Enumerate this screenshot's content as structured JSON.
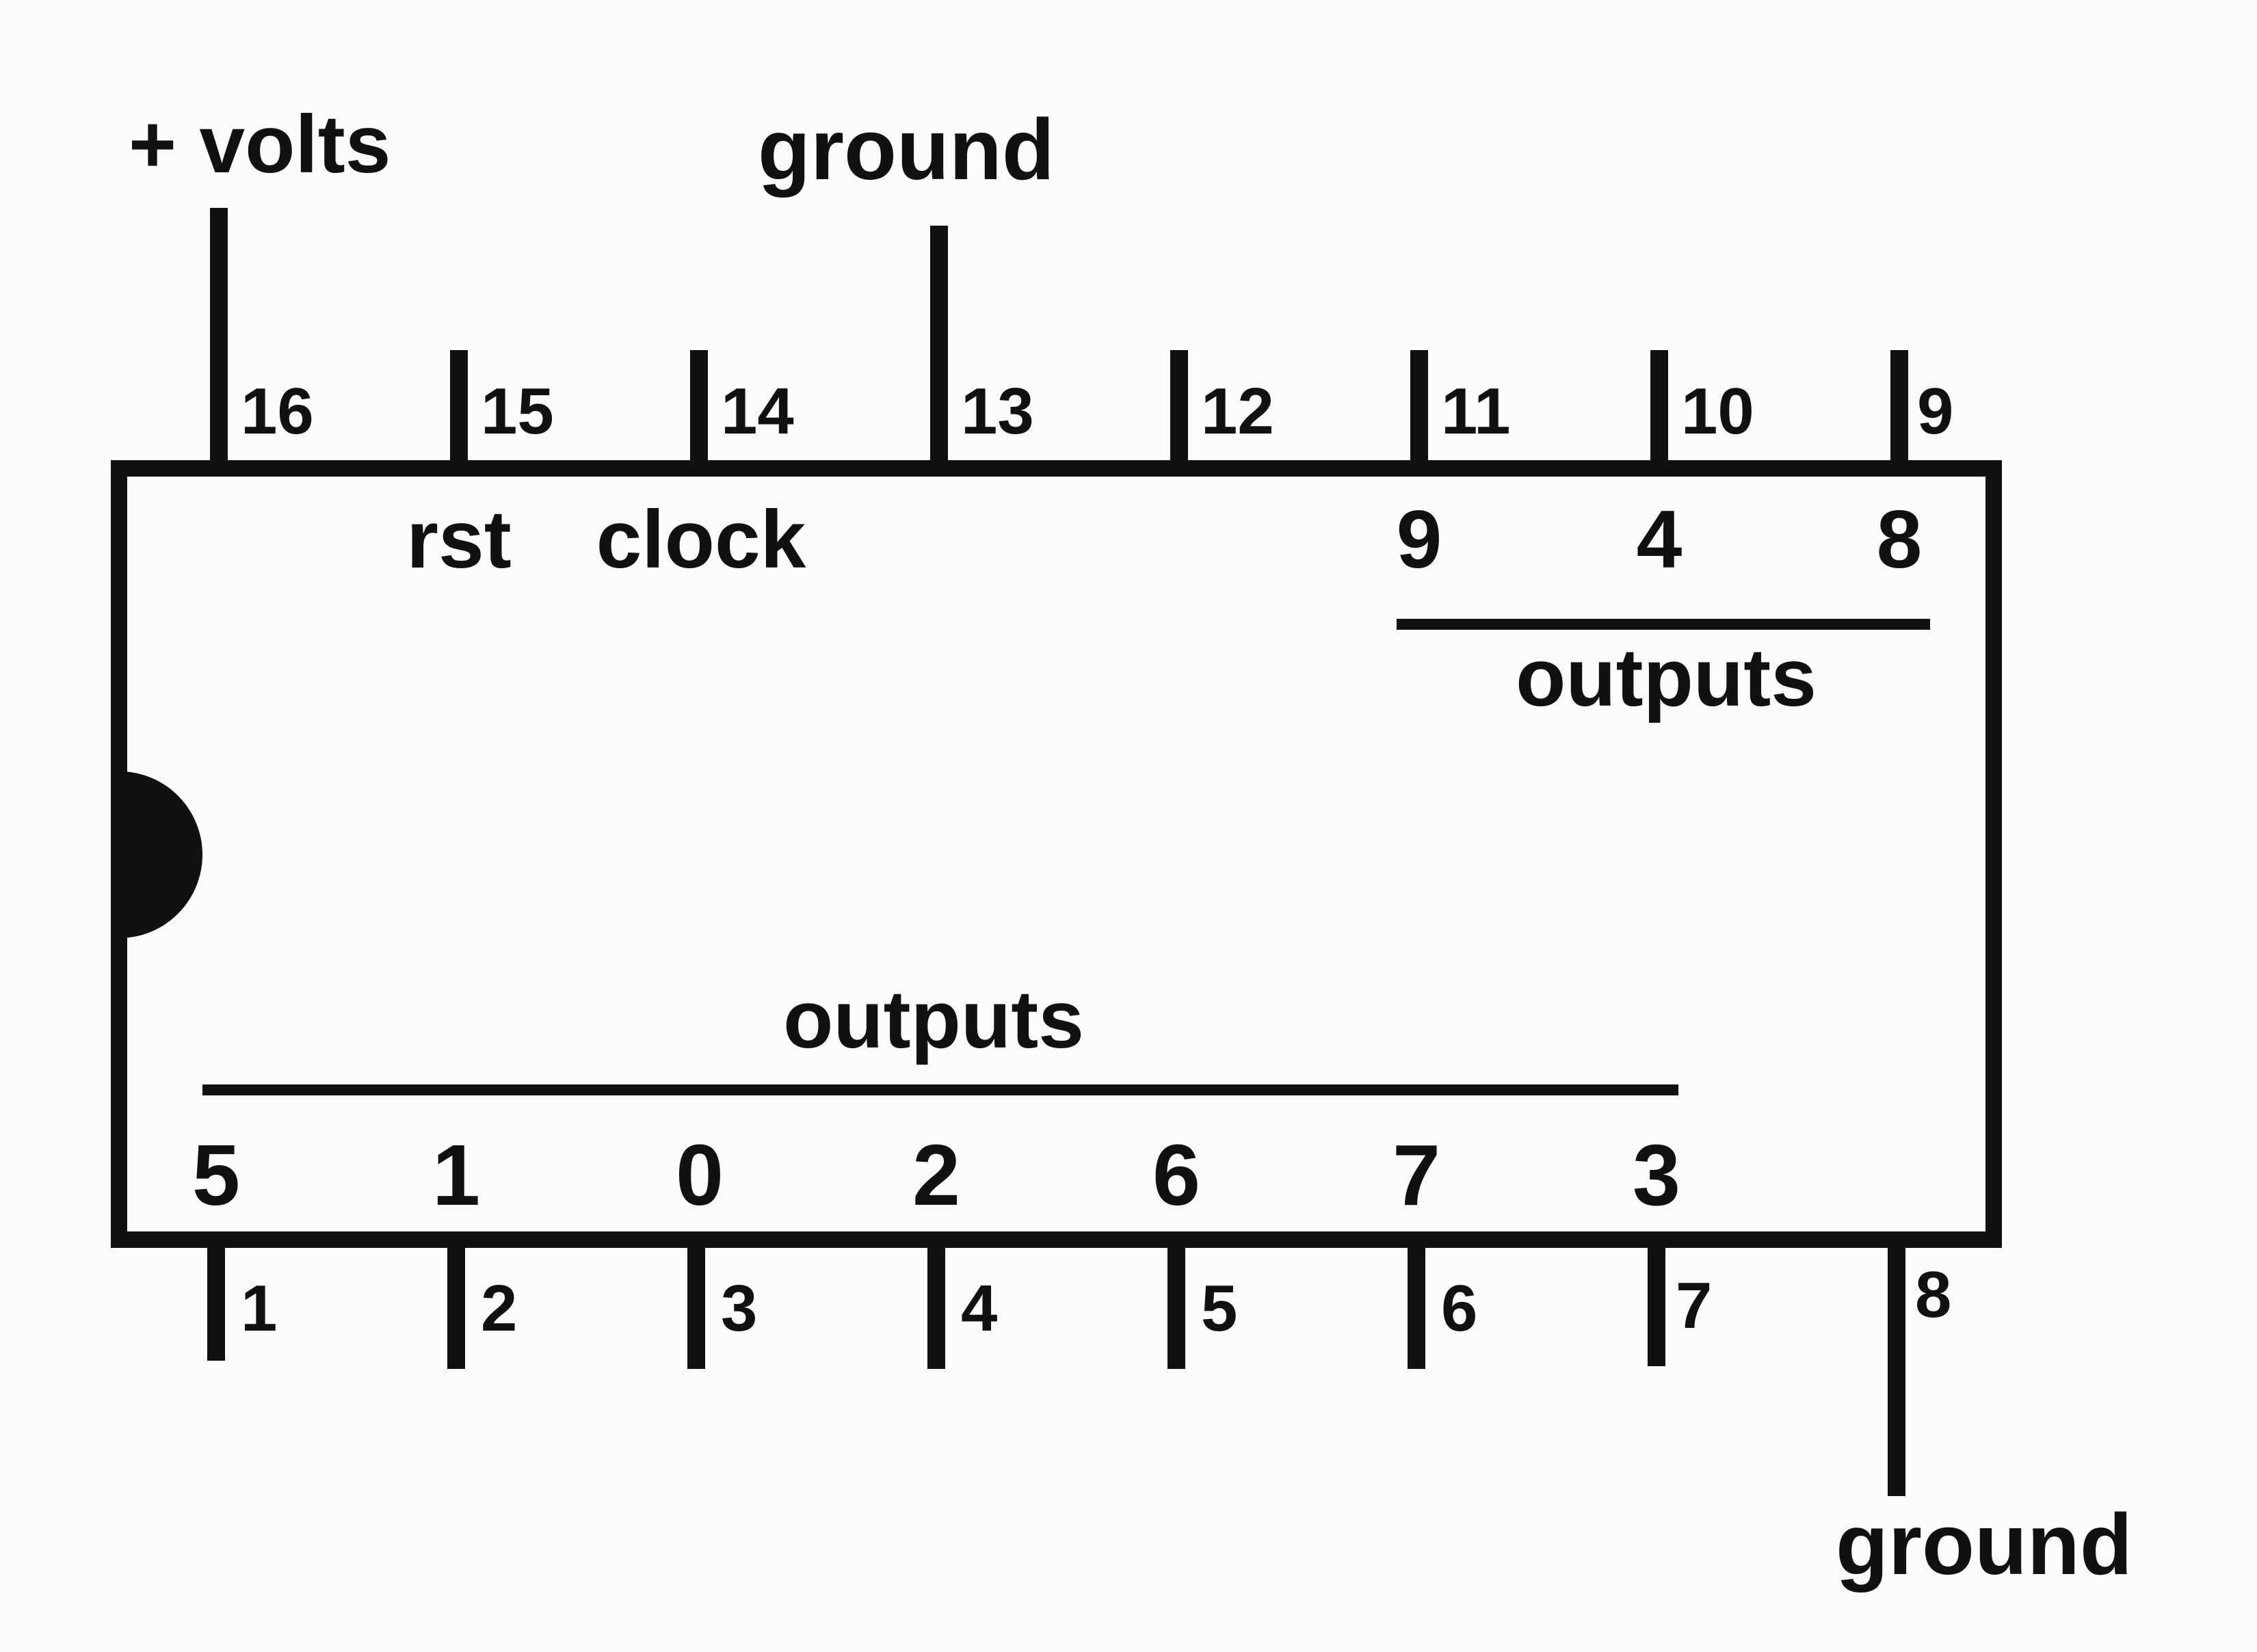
{
  "chip": {
    "top_pins": [
      "16",
      "15",
      "14",
      "13",
      "12",
      "11",
      "10",
      "9"
    ],
    "bottom_pins": [
      "1",
      "2",
      "3",
      "4",
      "5",
      "6",
      "7",
      "8"
    ],
    "top_inside_labels": {
      "pin15": "rst",
      "pin14": "clock"
    },
    "top_output_numbers": [
      "9",
      "4",
      "8"
    ],
    "top_outputs_label": "outputs",
    "bottom_output_numbers": [
      "5",
      "1",
      "0",
      "2",
      "6",
      "7",
      "3"
    ],
    "bottom_outputs_label": "outputs"
  },
  "external": {
    "supply_label": "+ volts",
    "ground_top_label": "ground",
    "ground_bottom_label": "ground"
  },
  "colors": {
    "ink": "#111111",
    "paper": "#fbfbfb"
  }
}
